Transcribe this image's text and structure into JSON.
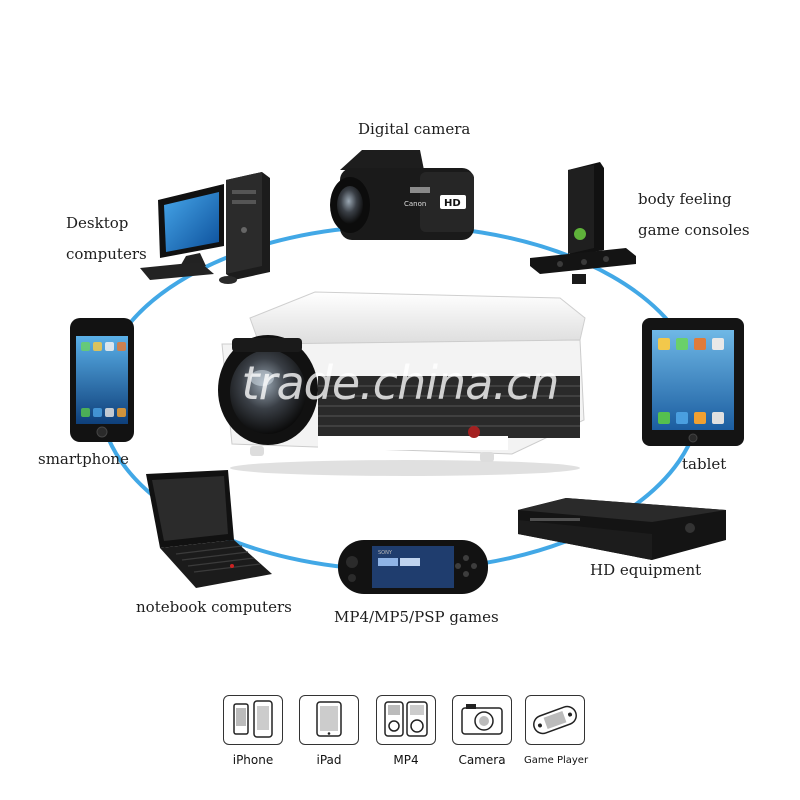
{
  "devices": {
    "digital_camera": "Digital camera",
    "desktop": [
      "Desktop",
      "computers"
    ],
    "game_consoles": [
      "body feeling",
      "game consoles"
    ],
    "smartphone": "smartphone",
    "tablet": "tablet",
    "notebook": "notebook computers",
    "hd_equipment": "HD equipment",
    "psp": "MP4/MP5/PSP games"
  },
  "watermark": "trade.china.cn",
  "camera_brand": "Canon",
  "camera_badge": "HD",
  "psp_brand": "SONY",
  "compat_tiles": [
    "iPhone",
    "iPad",
    "MP4",
    "Camera",
    "Game Player"
  ],
  "colors": {
    "ring": "#42a8e6",
    "device_dark": "#151515",
    "screen_blue": "#1f7cc6"
  }
}
